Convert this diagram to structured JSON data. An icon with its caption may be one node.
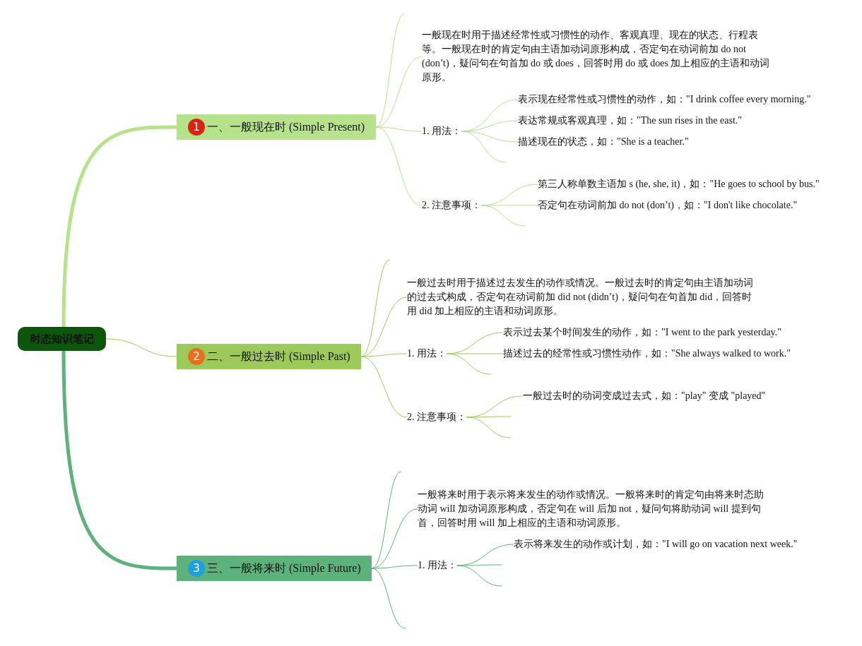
{
  "diagram": {
    "nodes": [
      {
        "text": [
          "时态知识笔记"
        ]
      },
      {
        "text": [
          "1",
          "一、一般现在时 (Simple Present)"
        ]
      },
      {
        "text": [
          "一般现在时用于描述经常性或习惯性的动作、客观真理、现在的状态、行程表等。一般现在时的肯定句由主语加动词原形构成，否定句在动词前加 do not (don’t)，疑问句在句首加 do 或 does，回答时用 do 或 does 加上相应的主语和动词原形。"
        ]
      },
      {
        "text": [
          "1. 用法："
        ]
      },
      {
        "text": [
          "表示现在经常性或习惯性的动作，如：\"I drink coffee every morning.\""
        ]
      },
      {
        "text": [
          "表达常规或客观真理，如：\"The sun rises in the east.\""
        ]
      },
      {
        "text": [
          "描述现在的状态，如：\"She is a teacher.\""
        ]
      },
      {
        "text": [
          "2. 注意事项："
        ]
      },
      {
        "text": [
          "第三人称单数主语加 s (he, she, it)，如：\"He goes to school by bus.\""
        ]
      },
      {
        "text": [
          "否定句在动词前加 do not (don’t)，如：\"I don't like chocolate.\""
        ]
      },
      {
        "text": [
          "2",
          "二、一般过去时 (Simple Past)"
        ]
      },
      {
        "text": [
          "一般过去时用于描述过去发生的动作或情况。一般过去时的肯定句由主语加动词的过去式构成，否定句在动词前加 did not (didn’t)，疑问句在句首加 did，回答时用 did 加上相应的主语和动词原形。"
        ]
      },
      {
        "text": [
          "1. 用法："
        ]
      },
      {
        "text": [
          "表示过去某个时间发生的动作，如：\"I went to the park yesterday.\""
        ]
      },
      {
        "text": [
          "描述过去的经常性或习惯性动作，如：\"She always walked to work.\""
        ]
      },
      {
        "text": [
          "2. 注意事项："
        ]
      },
      {
        "text": [
          "一般过去时的动词变成过去式，如：\"play\" 变成 \"played\""
        ]
      },
      {
        "text": [
          "3",
          "三、一般将来时 (Simple Future)"
        ]
      },
      {
        "text": [
          "一般将来时用于表示将来发生的动作或情况。一般将来时的肯定句由将来时态助动词 will 加动词原形构成，否定句在 will 后加 not，疑问句将助动词 will 提到句首，回答时用 will 加上相应的主语和动词原形。"
        ]
      },
      {
        "text": [
          "1. 用法："
        ]
      },
      {
        "text": [
          "表示将来发生的动作或计划，如：\"I will go on vacation next week.\""
        ]
      }
    ],
    "edges": [
      {
        "from": 0,
        "to": 1,
        "arrow": "none",
        "style": "thick",
        "color": "#b5e28a"
      },
      {
        "from": 1,
        "to": null,
        "arrow": "none",
        "color": "#b5e28a"
      },
      {
        "from": 1,
        "to": 2,
        "arrow": "none",
        "color": "#b5e28a"
      },
      {
        "from": 1,
        "to": 3,
        "arrow": "none",
        "color": "#b5e28a"
      },
      {
        "from": 3,
        "to": 4,
        "arrow": "none",
        "color": "#b5e28a"
      },
      {
        "from": 3,
        "to": 5,
        "arrow": "none",
        "color": "#b5e28a"
      },
      {
        "from": 3,
        "to": 6,
        "arrow": "none",
        "color": "#b5e28a"
      },
      {
        "from": 3,
        "to": null,
        "arrow": "none",
        "color": "#b5e28a"
      },
      {
        "from": 1,
        "to": 7,
        "arrow": "none",
        "color": "#b5e28a"
      },
      {
        "from": 7,
        "to": 8,
        "arrow": "none",
        "color": "#b5e28a"
      },
      {
        "from": 7,
        "to": 9,
        "arrow": "none",
        "color": "#b5e28a"
      },
      {
        "from": 7,
        "to": null,
        "arrow": "none",
        "color": "#b5e28a"
      },
      {
        "from": 0,
        "to": 10,
        "arrow": "none",
        "color": "#9cc95a"
      },
      {
        "from": 10,
        "to": null,
        "arrow": "none",
        "color": "#9cc95a"
      },
      {
        "from": 10,
        "to": 11,
        "arrow": "none",
        "color": "#9cc95a"
      },
      {
        "from": 10,
        "to": 12,
        "arrow": "none",
        "color": "#9cc95a"
      },
      {
        "from": 12,
        "to": 13,
        "arrow": "none",
        "color": "#9cc95a"
      },
      {
        "from": 12,
        "to": 14,
        "arrow": "none",
        "color": "#9cc95a"
      },
      {
        "from": 12,
        "to": null,
        "arrow": "none",
        "color": "#9cc95a"
      },
      {
        "from": 10,
        "to": 15,
        "arrow": "none",
        "color": "#9cc95a"
      },
      {
        "from": 15,
        "to": 16,
        "arrow": "none",
        "color": "#9cc95a"
      },
      {
        "from": 15,
        "to": null,
        "arrow": "none",
        "color": "#9cc95a"
      },
      {
        "from": 15,
        "to": null,
        "arrow": "none",
        "color": "#9cc95a"
      },
      {
        "from": 0,
        "to": 17,
        "arrow": "none",
        "style": "thick",
        "color": "#5cb27a"
      },
      {
        "from": 17,
        "to": null,
        "arrow": "none",
        "color": "#5cb27a"
      },
      {
        "from": 17,
        "to": 18,
        "arrow": "none",
        "color": "#5cb27a"
      },
      {
        "from": 17,
        "to": 19,
        "arrow": "none",
        "color": "#5cb27a"
      },
      {
        "from": 19,
        "to": 20,
        "arrow": "none",
        "color": "#5cb27a"
      },
      {
        "from": 19,
        "to": null,
        "arrow": "none",
        "color": "#5cb27a"
      },
      {
        "from": 19,
        "to": null,
        "arrow": "none",
        "color": "#5cb27a"
      },
      {
        "from": 17,
        "to": null,
        "arrow": "none",
        "color": "#5cb27a"
      }
    ]
  }
}
